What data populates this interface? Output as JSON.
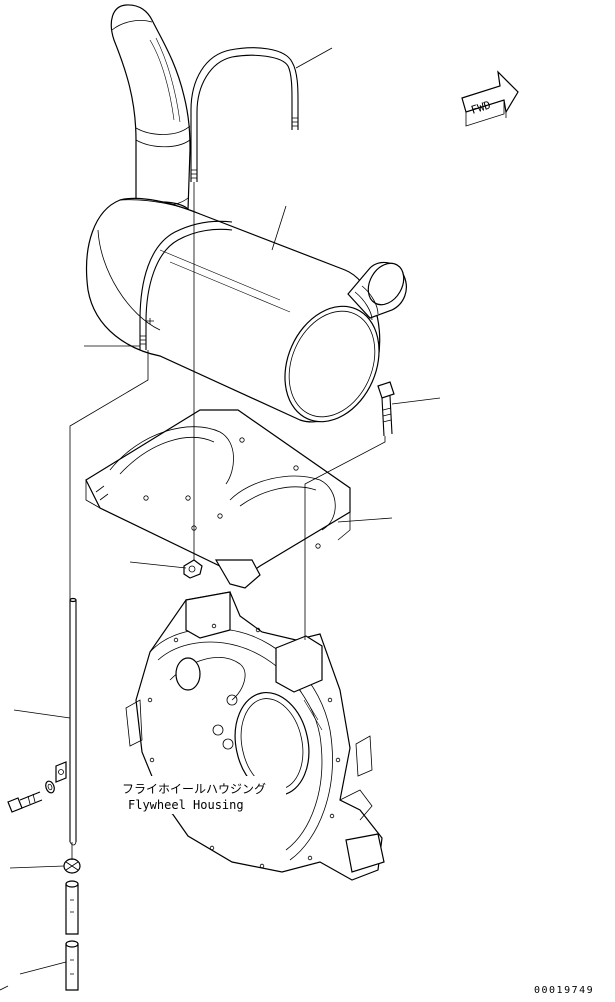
{
  "fwd_label": "FWD",
  "part_label_ja": "フライホイールハウジング",
  "part_label_en": "Flywheel Housing",
  "drawing_number": "00019749",
  "icons": [
    "fwd-arrow-icon"
  ],
  "colors": {
    "ink": "#000000",
    "paper": "#ffffff"
  }
}
